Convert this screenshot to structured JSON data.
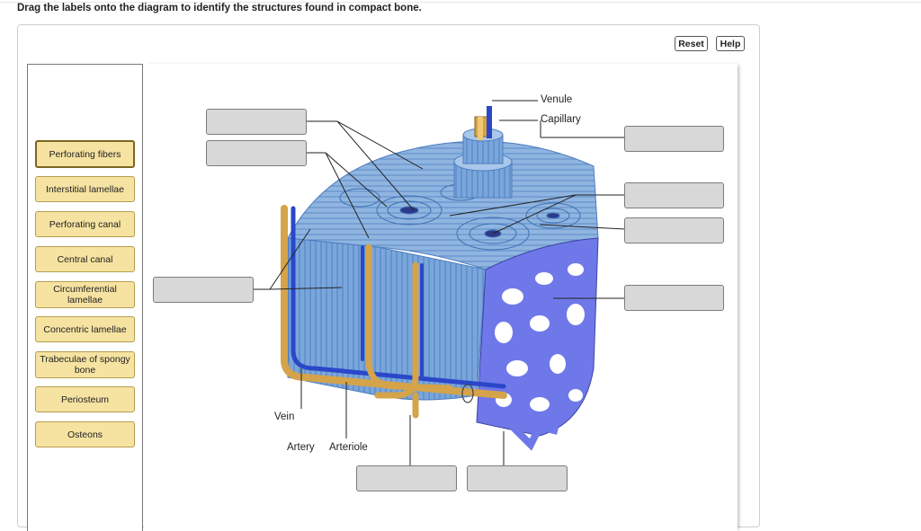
{
  "instruction": "Drag the labels onto the diagram to identify the structures found in compact bone.",
  "buttons": {
    "reset": "Reset",
    "help": "Help"
  },
  "label_bank": [
    "Perforating fibers",
    "Interstitial lamellae",
    "Perforating canal",
    "Central canal",
    "Circumferential lamellae",
    "Concentric lamellae",
    "Trabeculae of spongy bone",
    "Periosteum",
    "Osteons"
  ],
  "diagram_labels": {
    "venule": "Venule",
    "capillary": "Capillary",
    "vein": "Vein",
    "artery": "Artery",
    "arteriole": "Arteriole"
  },
  "colors": {
    "chip_fill": "#f6e3a1",
    "dropbox_fill": "#d8d8d8",
    "bone_blue": "#8fb5e0",
    "spongy_purple": "#6f78e8",
    "vessel_gold": "#d4a34a",
    "vessel_blue": "#2b47c9"
  }
}
